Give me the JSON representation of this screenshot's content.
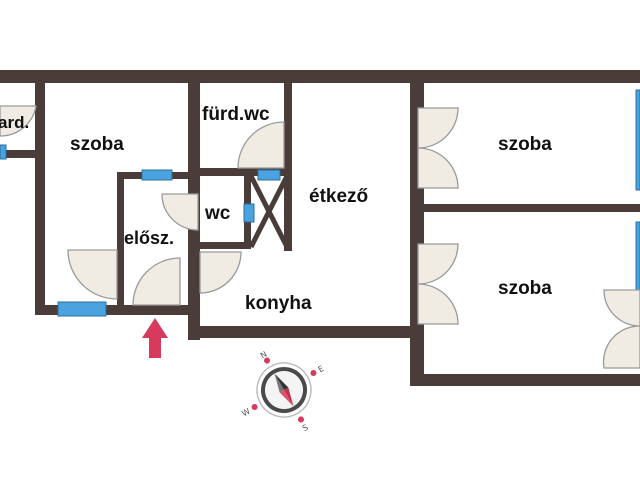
{
  "rooms": {
    "fard_cut": "ard.",
    "szoba_left": "szoba",
    "furd_wc": "fürd.wc",
    "etkezo": "étkező",
    "wc": "wc",
    "eloszoba": "elősz.",
    "konyha": "konyha",
    "szoba_right_top": "szoba",
    "szoba_right_bottom": "szoba"
  },
  "compass": {
    "north": "N",
    "east": "E",
    "south": "S",
    "west": "W"
  },
  "colors": {
    "wall": "#4a3c39",
    "window": "#4aa3df",
    "door_fill": "#f0ece4",
    "door_line": "#9a9a9a",
    "entrance_arrow": "#d63a5c"
  },
  "icons": {
    "entrance": "entrance-arrow-icon",
    "compass": "compass-icon"
  }
}
